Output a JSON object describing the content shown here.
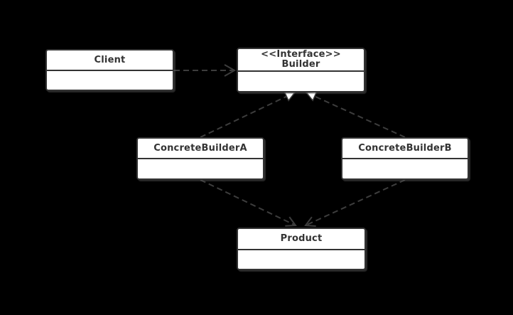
{
  "diagram": {
    "kind": "uml-class-diagram",
    "pattern": "Builder",
    "colors": {
      "background": "#000000",
      "node_fill": "#ffffff",
      "node_border": "#333333",
      "edge": "#3d3d3d",
      "text": "#333333"
    },
    "nodes": [
      {
        "id": "client",
        "stereotype": "",
        "label": "Client",
        "attributes": []
      },
      {
        "id": "builder",
        "stereotype": "<<Interface>>",
        "label": "Builder",
        "attributes": []
      },
      {
        "id": "concrete-builder-a",
        "stereotype": "",
        "label": "ConcreteBuilderA",
        "attributes": []
      },
      {
        "id": "concrete-builder-b",
        "stereotype": "",
        "label": "ConcreteBuilderB",
        "attributes": []
      },
      {
        "id": "product",
        "stereotype": "",
        "label": "Product",
        "attributes": []
      }
    ],
    "edges": [
      {
        "from": "Client",
        "to": "Builder",
        "type": "dependency",
        "style": "dashed, open arrowhead"
      },
      {
        "from": "ConcreteBuilderA",
        "to": "Builder",
        "type": "realization",
        "style": "dashed, hollow triangle"
      },
      {
        "from": "ConcreteBuilderB",
        "to": "Builder",
        "type": "realization",
        "style": "dashed, hollow triangle"
      },
      {
        "from": "ConcreteBuilderA",
        "to": "Product",
        "type": "dependency",
        "style": "dashed, open arrowhead"
      },
      {
        "from": "ConcreteBuilderB",
        "to": "Product",
        "type": "dependency",
        "style": "dashed, open arrowhead"
      }
    ]
  }
}
